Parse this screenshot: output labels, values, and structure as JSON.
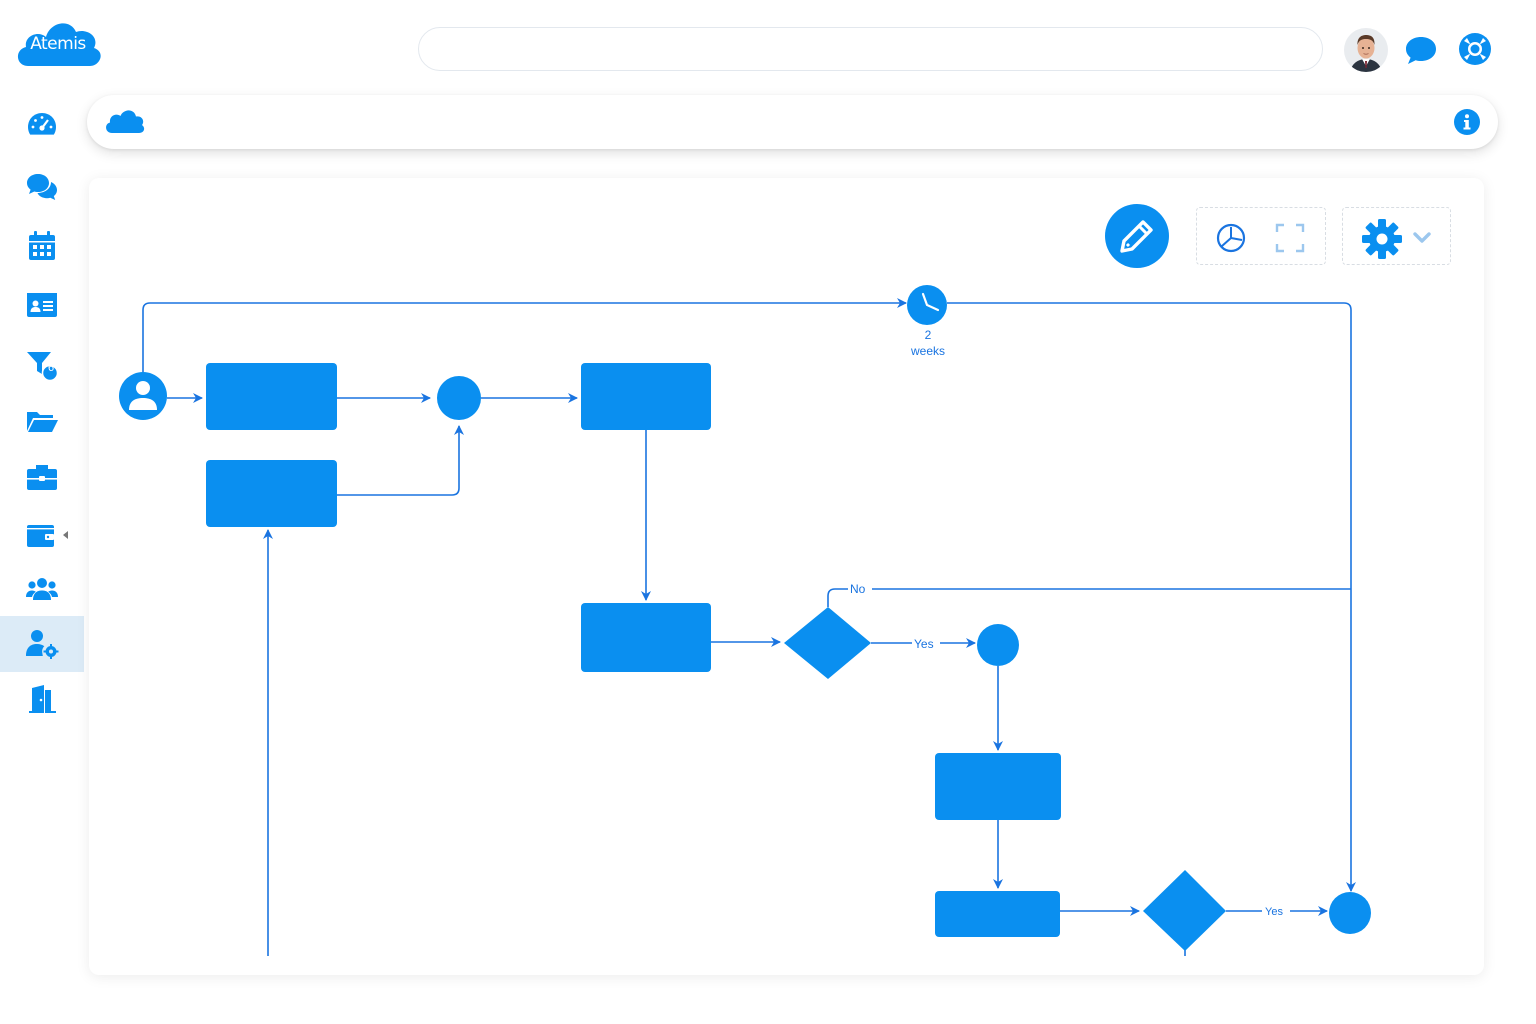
{
  "app": {
    "logo_text": "Atemis"
  },
  "search": {
    "value": "",
    "placeholder": ""
  },
  "colors": {
    "accent": "#0a8ff0",
    "line": "#1a74e0",
    "sidebar_active": "#dcebf7"
  },
  "sidebar": {
    "items": [
      {
        "icon": "dashboard-icon"
      },
      {
        "icon": "chat-icon"
      },
      {
        "icon": "calendar-icon"
      },
      {
        "icon": "contact-card-icon"
      },
      {
        "icon": "filter-icon",
        "badge": "6"
      },
      {
        "icon": "folder-icon"
      },
      {
        "icon": "briefcase-icon"
      },
      {
        "icon": "wallet-icon"
      },
      {
        "icon": "users-icon"
      },
      {
        "icon": "user-settings-icon",
        "active": true
      },
      {
        "icon": "exit-door-icon"
      }
    ]
  },
  "toolbar": {
    "edit_icon": "pencil-icon",
    "tools": [
      "clock-icon",
      "fullscreen-icon",
      "gear-icon",
      "chevron-down-icon"
    ]
  },
  "diagram": {
    "timer_label_1": "2",
    "timer_label_2": "weeks",
    "no_label": "No",
    "yes_label_1": "Yes",
    "yes_label_2": "Yes"
  }
}
